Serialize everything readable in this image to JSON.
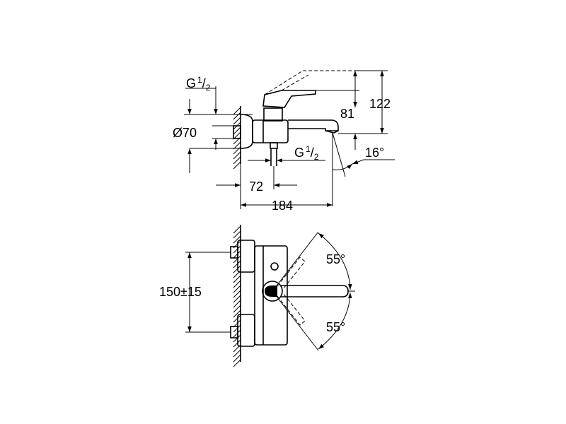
{
  "side_view": {
    "thread_top": {
      "prefix": "G",
      "num": "1",
      "den": "2"
    },
    "thread_bottom": {
      "prefix": "G",
      "num": "1",
      "den": "2"
    },
    "diameter": "Ø70",
    "dim_122": "122",
    "dim_81": "81",
    "angle": "16°",
    "dim_72": "72",
    "dim_184": "184"
  },
  "front_view": {
    "spacing": "150±15",
    "angle_up": "55°",
    "angle_down": "55°"
  }
}
